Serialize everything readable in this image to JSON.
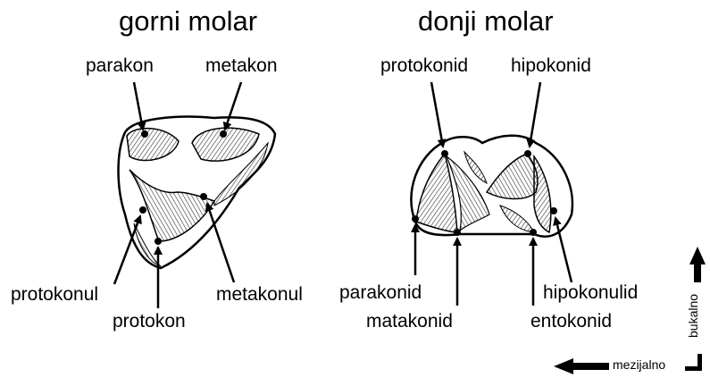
{
  "upper_molar": {
    "title": "gorni molar",
    "labels": {
      "paracone": "parakon",
      "metacone": "metakon",
      "protoconule": "protokonul",
      "protocone": "protokon",
      "metaconule": "metakonul"
    }
  },
  "lower_molar": {
    "title": "donji molar",
    "labels": {
      "protoconid": "protokonid",
      "hypoconid": "hipokonid",
      "paraconid": "parakonid",
      "metaconid": "matakonid",
      "entoconid": "entokonid",
      "hypoconulid": "hipokonulid"
    }
  },
  "orientation": {
    "buccal": "bukalno",
    "mesial": "mezijalno"
  }
}
